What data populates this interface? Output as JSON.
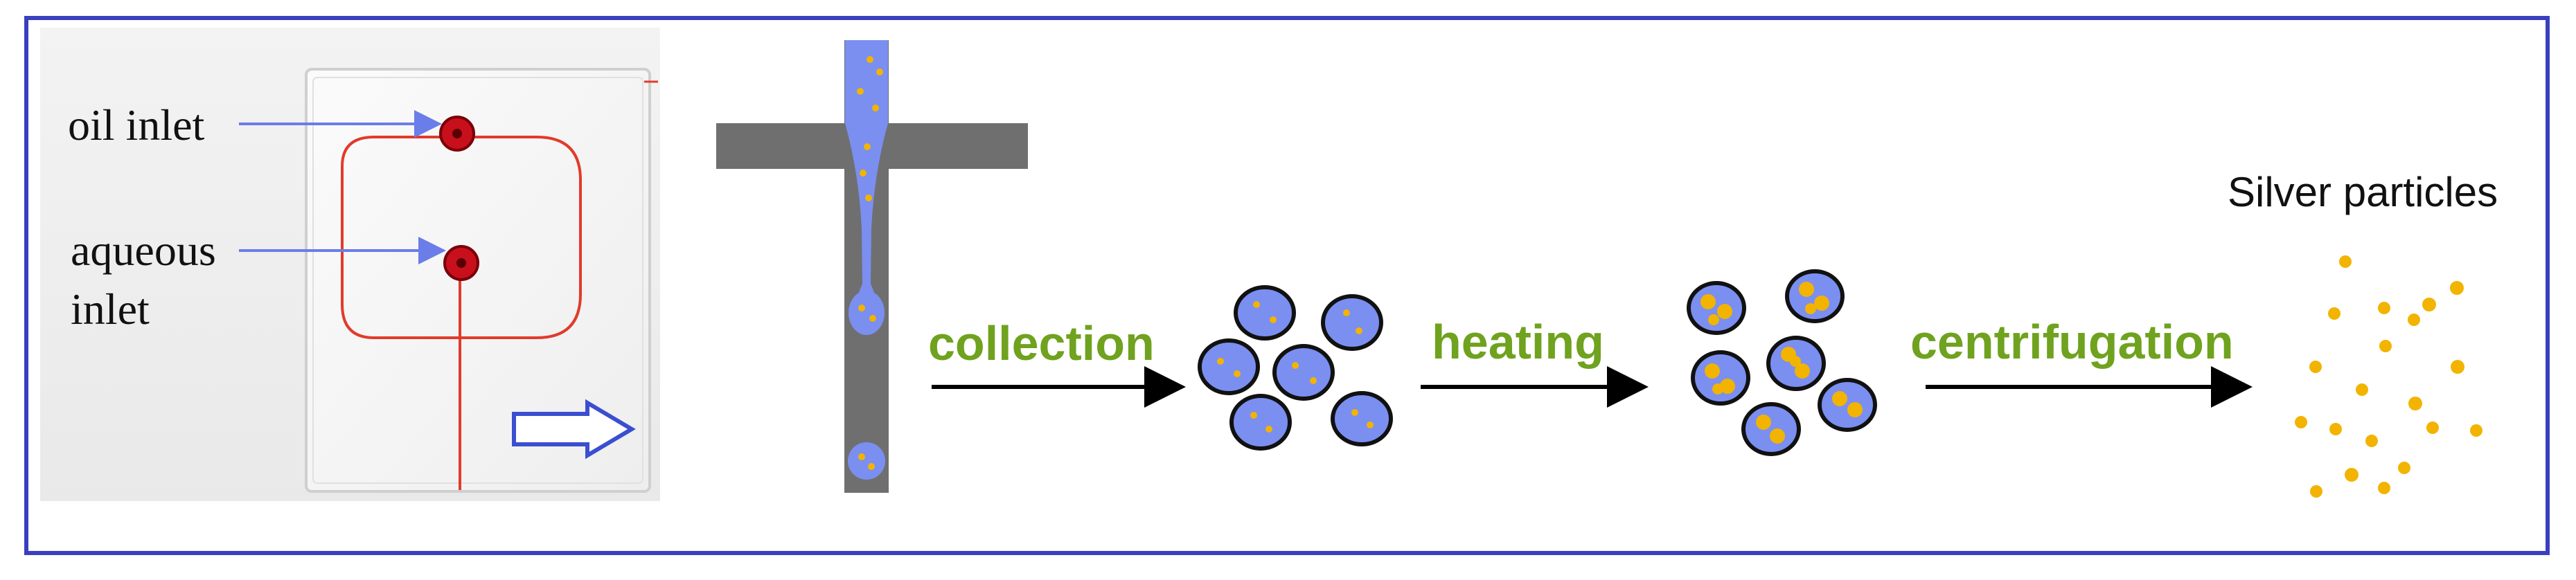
{
  "colors": {
    "frame": "#3a3fbf",
    "chip_trace": "#e23a2a",
    "droplet": "#7b8ff0",
    "particle": "#f2b400",
    "step_text": "#6fa21e",
    "channel": "#6f6f6f",
    "arrow_outline": "#3a4fd0"
  },
  "labels": {
    "oil_inlet": "oil inlet",
    "aqueous_line1": "aqueous",
    "aqueous_line2": "inlet",
    "silver_particles": "Silver particles"
  },
  "steps": [
    {
      "label": "collection"
    },
    {
      "label": "heating"
    },
    {
      "label": "centrifugation"
    }
  ],
  "icons": {
    "transition": "hollow-right-arrow-icon",
    "process_arrow": "right-arrow-icon"
  }
}
